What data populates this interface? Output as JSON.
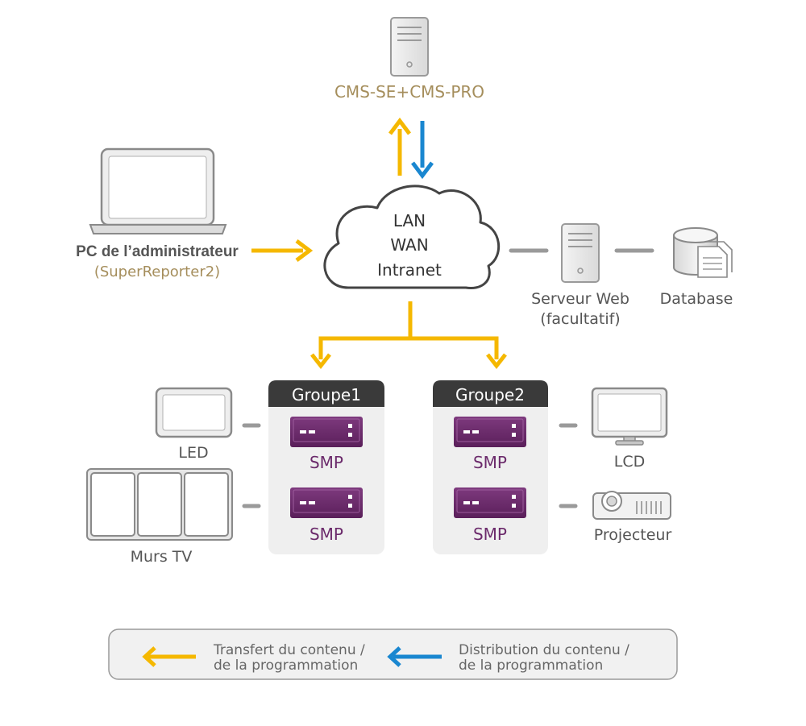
{
  "colors": {
    "transfer_arrow": "#f5b800",
    "distribution_arrow": "#1a87d0",
    "server_label": "#a58e5c",
    "reporter_label": "#a58e5c",
    "smp_purple": "#6b2a6b",
    "group_header": "#3a3a3a",
    "group_bg": "#efefef",
    "text_dark": "#555555",
    "connector": "#9a9a9a"
  },
  "cms_server": {
    "label": "CMS-SE+CMS-PRO",
    "icon": "server-tower-icon"
  },
  "admin_pc": {
    "label": "PC de l’administrateur",
    "sublabel": "(SuperReporter2)",
    "icon": "laptop-icon"
  },
  "network": {
    "lines": [
      "LAN",
      "WAN",
      "Intranet"
    ],
    "icon": "cloud-icon"
  },
  "web_server": {
    "label_line1": "Serveur Web",
    "label_line2": "(facultatif)",
    "icon": "server-tower-icon"
  },
  "database": {
    "label": "Database",
    "icon": "database-icon"
  },
  "groups": [
    {
      "title": "Groupe1",
      "devices": [
        {
          "label": "SMP"
        },
        {
          "label": "SMP"
        }
      ]
    },
    {
      "title": "Groupe2",
      "devices": [
        {
          "label": "SMP"
        },
        {
          "label": "SMP"
        }
      ]
    }
  ],
  "displays": {
    "led": {
      "label": "LED",
      "icon": "led-panel-icon"
    },
    "tv_wall": {
      "label": "Murs TV",
      "icon": "video-wall-icon"
    },
    "lcd": {
      "label": "LCD",
      "icon": "monitor-icon"
    },
    "projector": {
      "label": "Projecteur",
      "icon": "projector-icon"
    }
  },
  "legend": {
    "transfer_line1": "Transfert du contenu /",
    "transfer_line2": "de la programmation",
    "distribution_line1": "Distribution du contenu /",
    "distribution_line2": "de la programmation"
  }
}
